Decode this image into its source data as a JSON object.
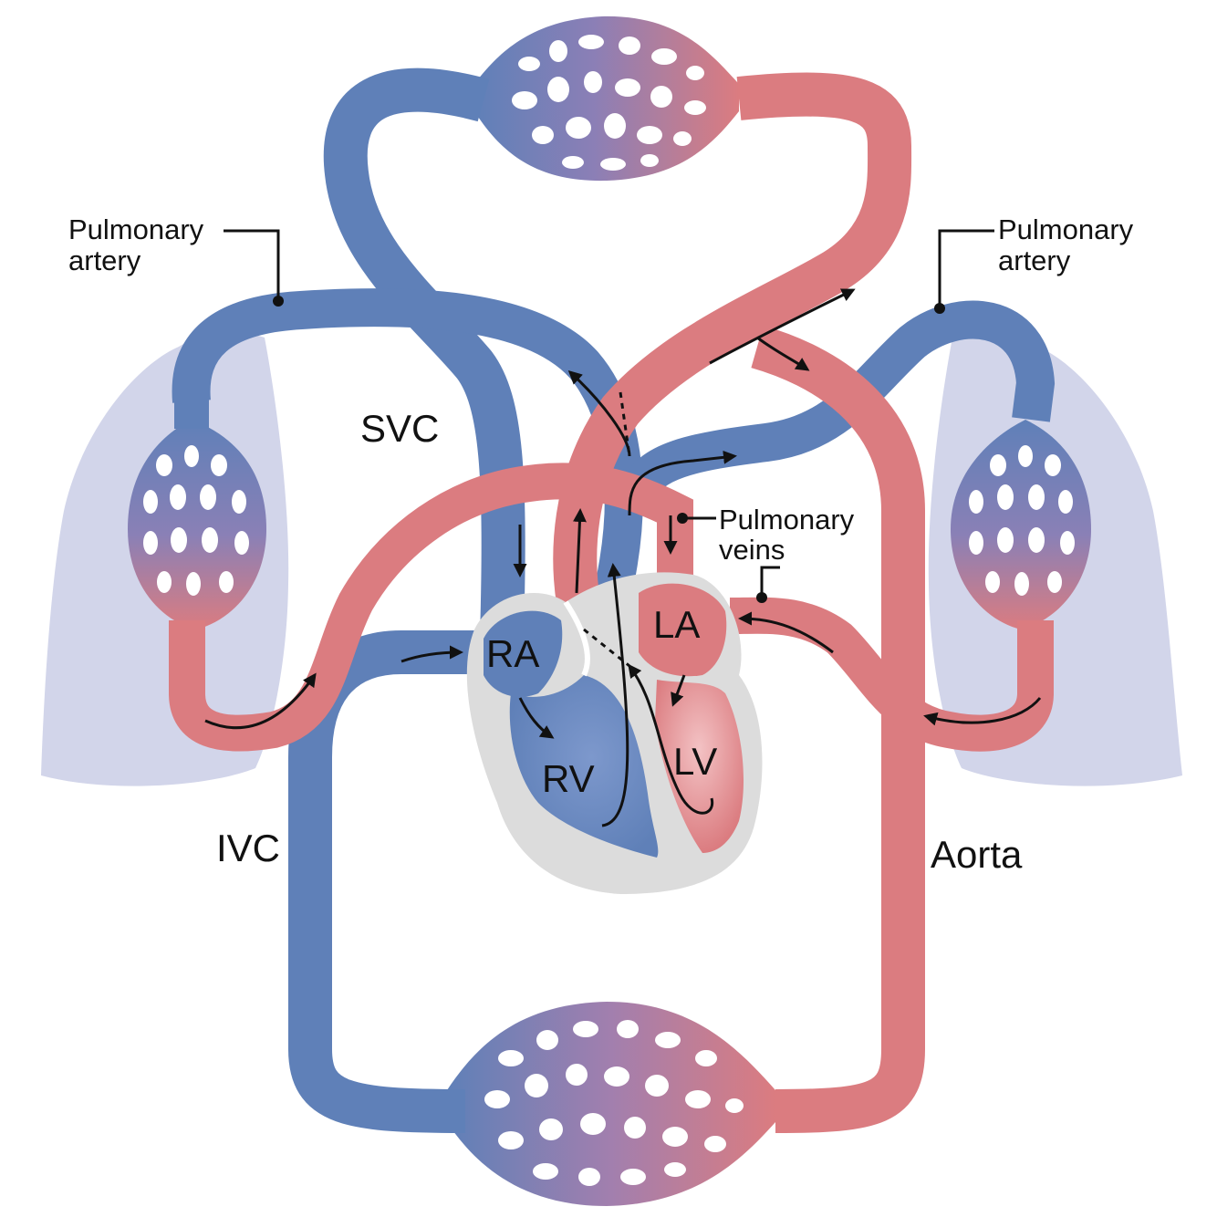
{
  "labels": {
    "pulmonary_artery_left": [
      "Pulmonary",
      "artery"
    ],
    "pulmonary_artery_right": [
      "Pulmonary",
      "artery"
    ],
    "svc": "SVC",
    "ivc": "IVC",
    "aorta": "Aorta",
    "pulmonary_veins": [
      "Pulmonary",
      "veins"
    ],
    "ra": "RA",
    "la": "LA",
    "rv": "RV",
    "lv": "LV"
  },
  "colors": {
    "deoxygenated": "#5f80b8",
    "oxygenated": "#db7c80",
    "lung": "#d2d5ea",
    "heart_wall": "#dcdcdc",
    "text": "#111111"
  }
}
